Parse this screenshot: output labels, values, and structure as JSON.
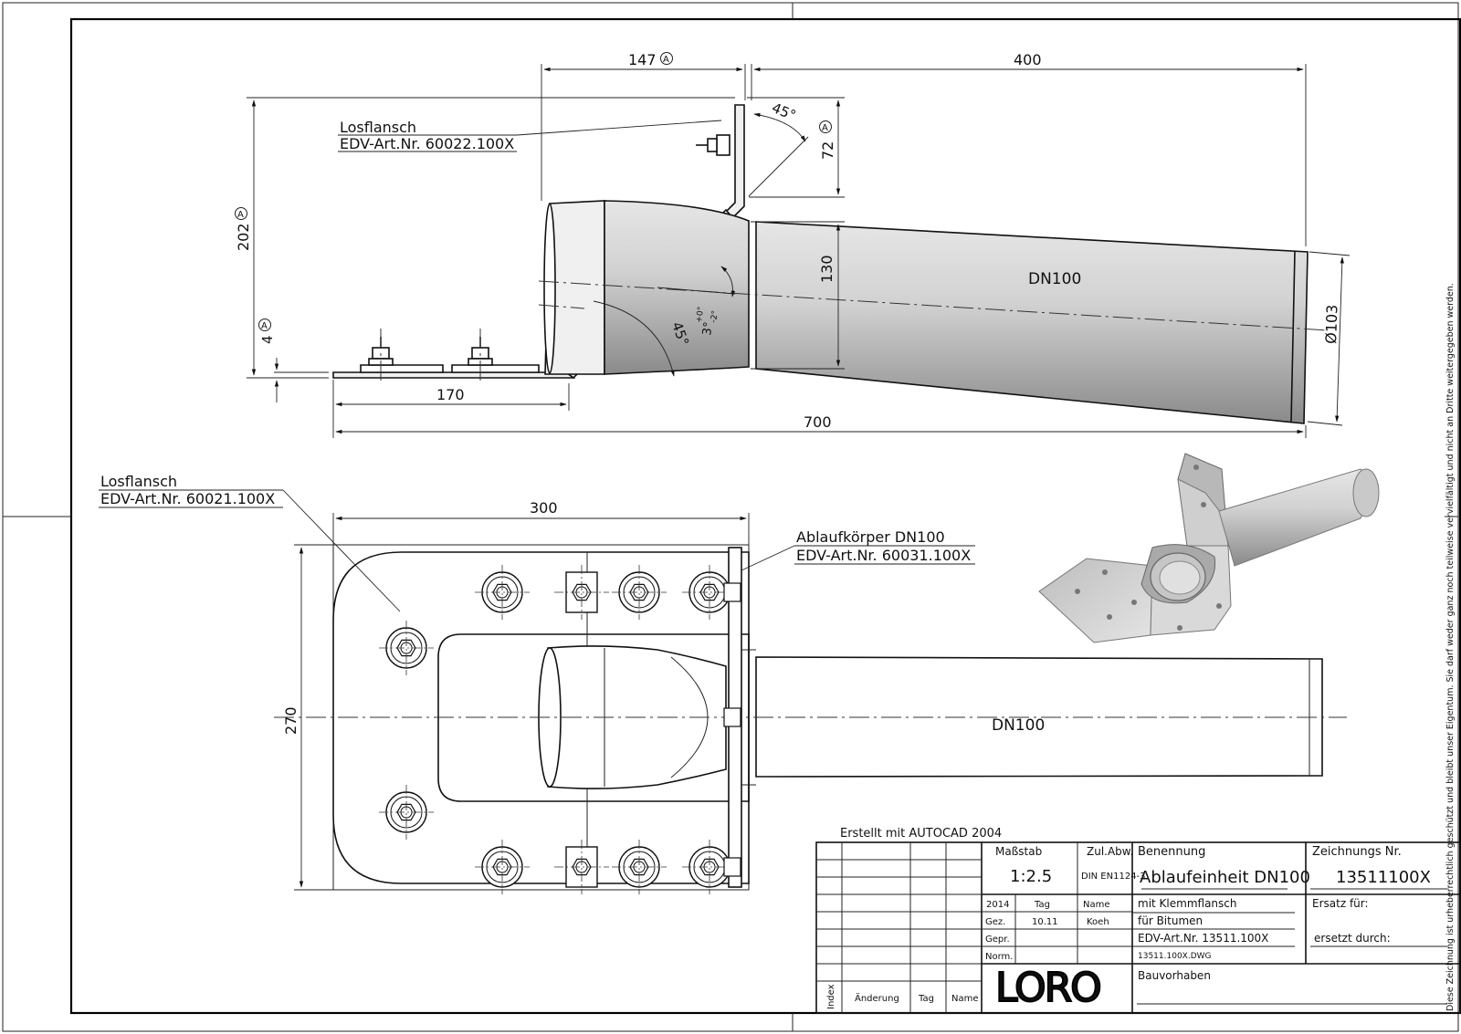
{
  "side_view": {
    "dim_147": "147",
    "dim_400": "400",
    "dim_45_top": "45°",
    "dim_72": "72",
    "dim_202": "202",
    "dim_4": "4",
    "dim_130": "130",
    "dim_103": "Ø103",
    "dim_170": "170",
    "dim_700": "700",
    "dim_45_bottom": "45°",
    "dim_slope": "3°",
    "dim_slope_tol_plus": "+0°",
    "dim_slope_tol_minus": "-2°",
    "pipe_label": "DN100",
    "marker_A": "A",
    "flange_label_1": "Losflansch",
    "flange_label_2": "EDV-Art.Nr.  60022.100X"
  },
  "plan_view": {
    "dim_300": "300",
    "dim_270": "270",
    "pipe_label": "DN100",
    "flange_label_1": "Losflansch",
    "flange_label_2": "EDV-Art.Nr.  60021.100X",
    "body_label_1": "Ablaufkörper DN100",
    "body_label_2": "EDV-Art.Nr.  60031.100X"
  },
  "title_block": {
    "created_with": "Erstellt mit AUTOCAD 2004",
    "massstab_label": "Maßstab",
    "massstab_value": "1:2.5",
    "zulabw_label": "Zul.Abw.",
    "zulabw_value": "DIN EN1124-3",
    "benennung_label": "Benennung",
    "benennung_value": "Ablaufeinheit DN100",
    "zeichnungsnr_label": "Zeichnungs Nr.",
    "zeichnungsnr_value": "13511100X",
    "year": "2014",
    "tag_label": "Tag",
    "name_label": "Name",
    "gez_label": "Gez.",
    "gez_tag": "10.11",
    "gez_name": "Koeh",
    "gepr_label": "Gepr.",
    "norm_label": "Norm.",
    "desc_1": "mit Klemmflansch",
    "desc_2": "für Bitumen",
    "desc_3": "EDV-Art.Nr. 13511.100X",
    "desc_4": "13511.100X.DWG",
    "ersatz_fuer": "Ersatz für:",
    "ersetzt_durch": "ersetzt durch:",
    "bauvorhaben": "Bauvorhaben",
    "index_label": "Index",
    "aenderung_label": "Änderung",
    "tag2_label": "Tag",
    "name2_label": "Name",
    "logo": "LORO"
  },
  "side_note": "Diese Zeichnung ist urheberrechtlich geschützt und bleibt unser Eigentum. Sie darf weder ganz noch teilweise vervielfältigt und nicht an Dritte weitergegeben werden."
}
